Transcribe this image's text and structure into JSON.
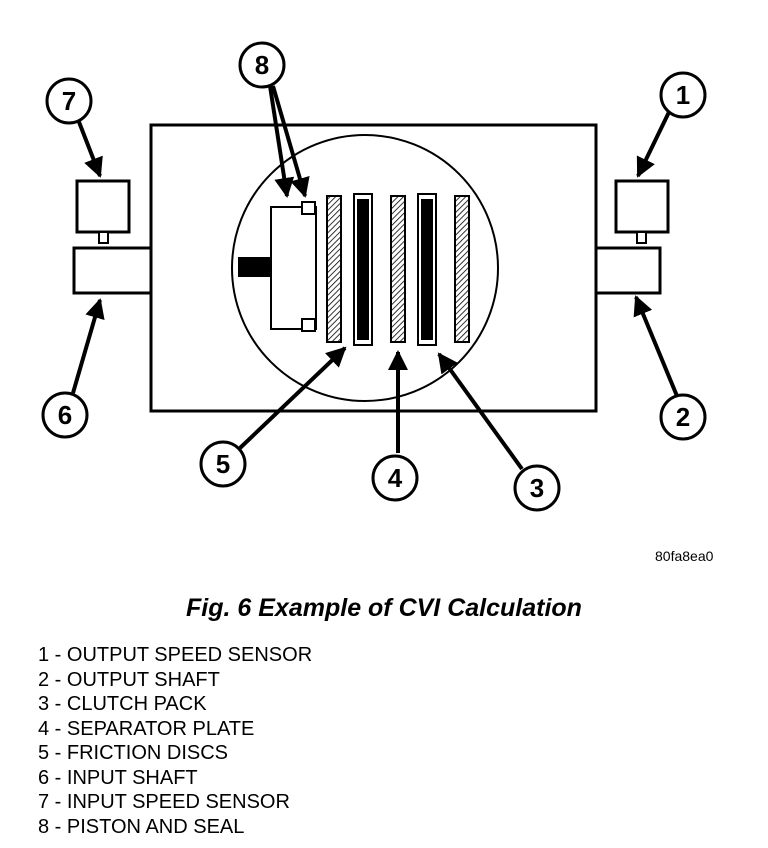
{
  "figure_code": "80fa8ea0",
  "caption": "Fig. 6 Example of CVI Calculation",
  "callouts": [
    "1",
    "2",
    "3",
    "4",
    "5",
    "6",
    "7",
    "8"
  ],
  "legend": [
    "1 - OUTPUT SPEED SENSOR",
    "2 - OUTPUT SHAFT",
    "3 - CLUTCH PACK",
    "4 - SEPARATOR PLATE",
    "5 - FRICTION DISCS",
    "6 - INPUT SHAFT",
    "7 - INPUT SPEED SENSOR",
    "8 - PISTON AND SEAL"
  ]
}
